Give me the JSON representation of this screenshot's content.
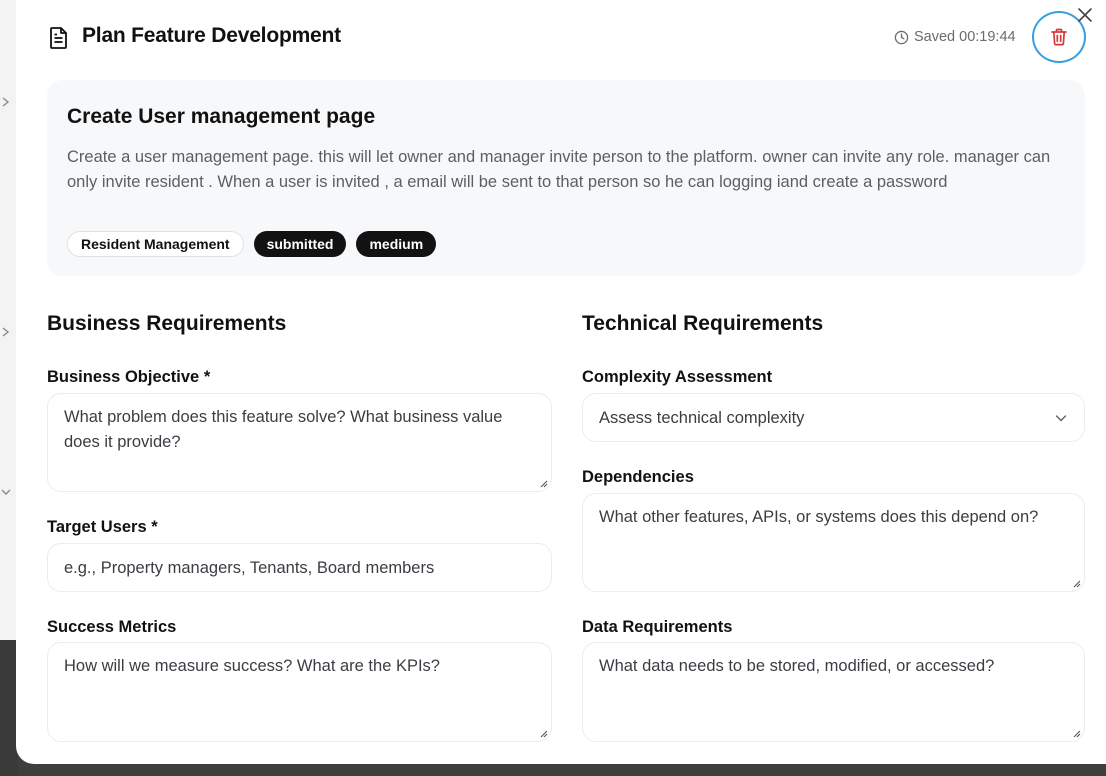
{
  "header": {
    "title": "Plan Feature Development",
    "saved_text": "Saved 00:19:44"
  },
  "task": {
    "title": "Create User management page",
    "description": "Create a user management page. this will let owner and manager invite person to the platform. owner can invite any role. manager can only invite resident . When a user is invited , a email will be sent to that person so he can logging iand create a password",
    "tags": {
      "category": "Resident Management",
      "status": "submitted",
      "priority": "medium"
    }
  },
  "business": {
    "title": "Business Requirements",
    "objective_label": "Business Objective *",
    "objective_placeholder": "What problem does this feature solve? What business value does it provide?",
    "target_users_label": "Target Users *",
    "target_users_placeholder": "e.g., Property managers, Tenants, Board members",
    "success_metrics_label": "Success Metrics",
    "success_metrics_placeholder": "How will we measure success? What are the KPIs?"
  },
  "technical": {
    "title": "Technical Requirements",
    "complexity_label": "Complexity Assessment",
    "complexity_selected": "Assess technical complexity",
    "dependencies_label": "Dependencies",
    "dependencies_placeholder": "What other features, APIs, or systems does this depend on?",
    "data_label": "Data Requirements",
    "data_placeholder": "What data needs to be stored, modified, or accessed?"
  },
  "colors": {
    "accent_focus": "#3a9fe0",
    "danger": "#d9363e",
    "tag_dark": "#121212",
    "card_bg": "#f7f8fa"
  },
  "icons": [
    "document-icon",
    "clock-icon",
    "trash-icon",
    "close-icon",
    "chevron-down-icon",
    "resize-handle-icon"
  ]
}
